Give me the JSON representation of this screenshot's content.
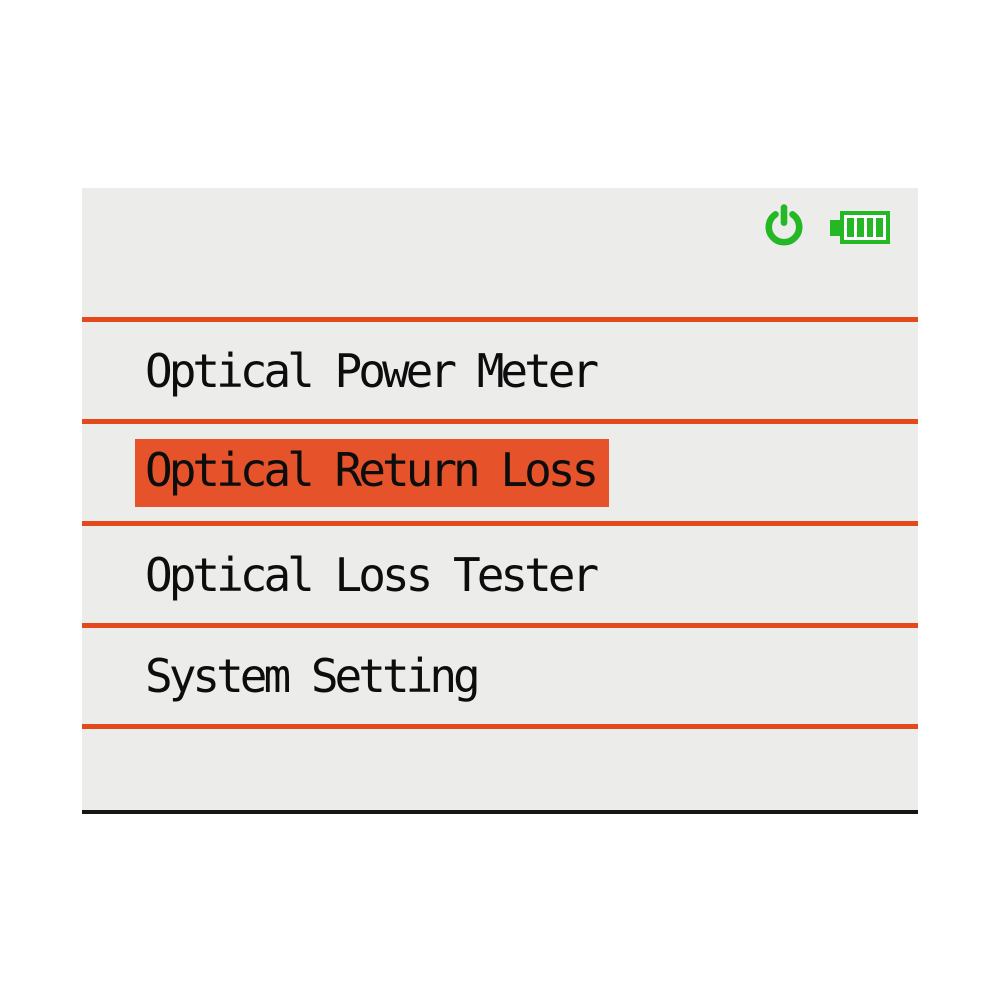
{
  "theme": {
    "page_bg": "#ffffff",
    "screen_bg": "#ececeb",
    "divider_orange": "#e4491b",
    "highlight_orange": "#e6532b",
    "icon_green": "#25b825",
    "text_black": "#0d0d0d",
    "bottom_border": "#161616"
  },
  "status_bar": {
    "power_icon": "power-symbol",
    "battery": {
      "icon": "battery-full",
      "bars": 4,
      "max_bars": 4
    }
  },
  "menu": {
    "items": [
      {
        "label": "Optical Power Meter",
        "selected": false
      },
      {
        "label": "Optical Return Loss",
        "selected": true
      },
      {
        "label": "Optical Loss Tester",
        "selected": false
      },
      {
        "label": "System Setting",
        "selected": false
      }
    ]
  }
}
